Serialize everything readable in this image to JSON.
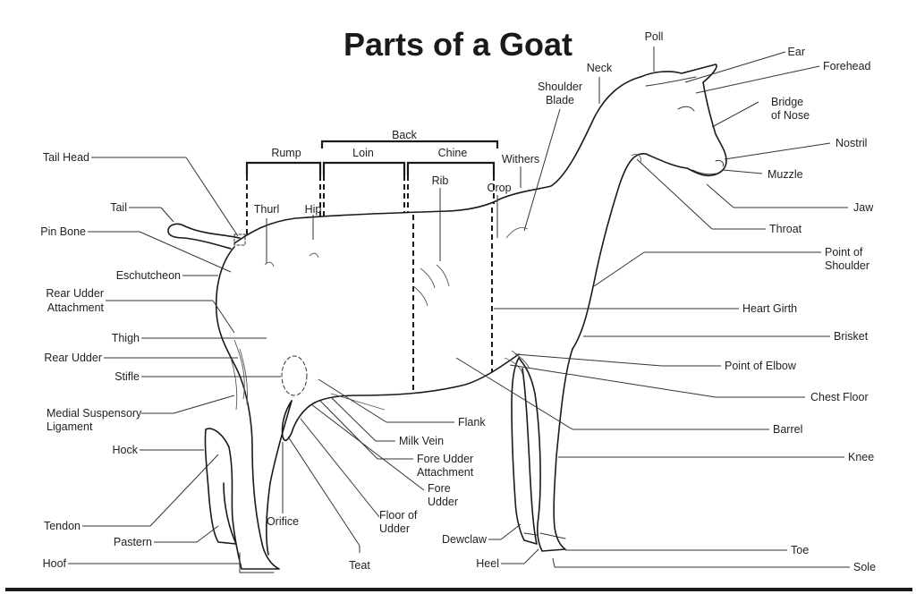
{
  "title": "Parts of a Goat",
  "labels": {
    "poll": "Poll",
    "ear": "Ear",
    "neck": "Neck",
    "forehead": "Forehead",
    "shoulder_blade_1": "Shoulder",
    "shoulder_blade_2": "Blade",
    "bridge_of_nose_1": "Bridge",
    "bridge_of_nose_2": "of Nose",
    "back": "Back",
    "rump": "Rump",
    "loin": "Loin",
    "chine": "Chine",
    "withers": "Withers",
    "nostril": "Nostril",
    "tail_head": "Tail Head",
    "rib": "Rib",
    "crop": "Crop",
    "muzzle": "Muzzle",
    "tail": "Tail",
    "thurl": "Thurl",
    "hip": "Hip",
    "jaw": "Jaw",
    "pin_bone": "Pin Bone",
    "throat": "Throat",
    "point_of_shoulder_1": "Point of",
    "point_of_shoulder_2": "Shoulder",
    "eschutcheon": "Eschutcheon",
    "rear_udder_attachment_1": "Rear Udder",
    "rear_udder_attachment_2": "Attachment",
    "heart_girth": "Heart Girth",
    "thigh": "Thigh",
    "brisket": "Brisket",
    "rear_udder": "Rear Udder",
    "point_of_elbow": "Point of Elbow",
    "stifle": "Stifle",
    "chest_floor": "Chest Floor",
    "medial_suspensory_1": "Medial Suspensory",
    "medial_suspensory_2": "Ligament",
    "flank": "Flank",
    "barrel": "Barrel",
    "milk_vein": "Milk Vein",
    "hock": "Hock",
    "fore_udder_attachment_1": "Fore Udder",
    "fore_udder_attachment_2": "Attachment",
    "knee": "Knee",
    "fore_udder_1": "Fore",
    "fore_udder_2": "Udder",
    "orifice": "Orifice",
    "floor_of_udder_1": "Floor of",
    "floor_of_udder_2": "Udder",
    "tendon": "Tendon",
    "pastern": "Pastern",
    "dewclaw": "Dewclaw",
    "toe": "Toe",
    "hoof": "Hoof",
    "teat": "Teat",
    "heel": "Heel",
    "sole": "Sole"
  }
}
